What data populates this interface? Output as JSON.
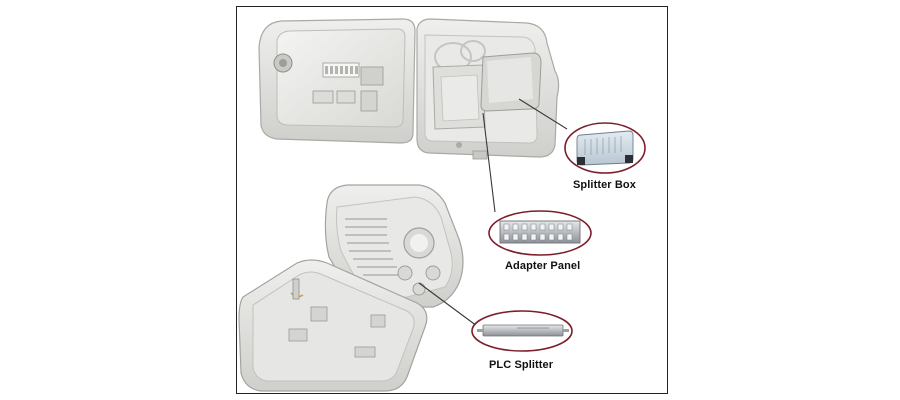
{
  "callouts": {
    "splitter_box": "Splitter Box",
    "adapter_panel": "Adapter Panel",
    "plc_splitter": "PLC Splitter"
  },
  "colors": {
    "callout_ring": "#7a1f2b",
    "leader_line": "#3a3a3a",
    "enclosure": "#e4e4e2",
    "frame_border": "#222222"
  }
}
